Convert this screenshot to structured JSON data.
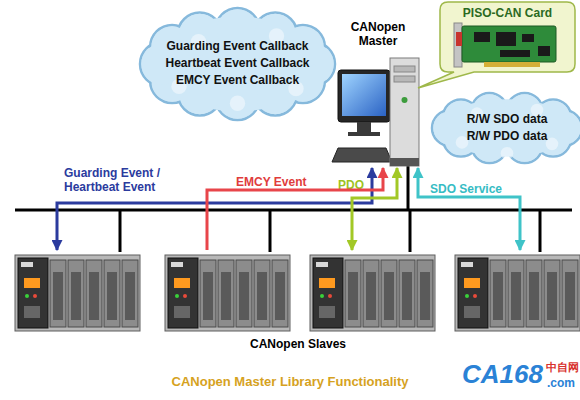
{
  "diagram": {
    "caption": "CANopen Master Library Functionality",
    "nodes": [
      {
        "text": [
          "Guarding Event Callback",
          "Heartbeat Event Callback",
          "EMCY Event Callback"
        ]
      },
      {
        "text": [
          "CANopen Master"
        ]
      },
      {
        "text": [
          "PISO-CAN Card"
        ]
      },
      {
        "text": [
          "R/W SDO data",
          "R/W PDO data"
        ]
      },
      {
        "text": []
      },
      {
        "text": []
      },
      {
        "text": []
      },
      {
        "text": []
      }
    ],
    "edges": [
      {
        "from": 1,
        "to": 4,
        "arrow": "both",
        "label": "Guarding Event / Heartbeat Event"
      },
      {
        "from": 5,
        "to": 1,
        "arrow": "to",
        "label": "EMCY Event"
      },
      {
        "from": 1,
        "to": 6,
        "arrow": "both",
        "label": "PDO"
      },
      {
        "from": 1,
        "to": 7,
        "arrow": "both",
        "label": "SDO Service"
      }
    ],
    "labels": [
      "CANopen Slaves",
      "CA168",
      "中自网",
      ".com"
    ]
  }
}
